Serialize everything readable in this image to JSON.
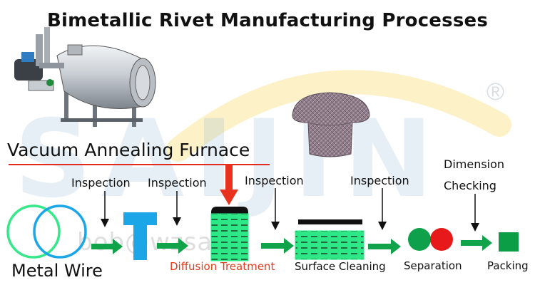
{
  "title": "Bimetallic Rivet Manufacturing Processes",
  "watermark": {
    "brand": "SAIJIN",
    "contact": "bob@wzsaijin",
    "registered_mark": "®"
  },
  "furnace_label": "Vacuum Annealing Furnace",
  "inspections": [
    "Inspection",
    "Inspection",
    "Inspection",
    "Inspection"
  ],
  "dimension_checking": [
    "Dimension",
    "Checking"
  ],
  "steps": {
    "metal_wire": "Metal Wire",
    "diffusion": "Diffusion Treatment",
    "surface": "Surface Cleaning",
    "separation": "Separation",
    "packing": "Packing"
  },
  "colors": {
    "arrow_green": "#10a34a",
    "shape_green": "#2ee887",
    "cyan": "#1ba6e8",
    "red_arrow": "#e8321e",
    "red_text": "#e53a1b",
    "separation_green": "#0ea04a",
    "separation_red": "#e8191a",
    "packing_green": "#0c9e47"
  }
}
